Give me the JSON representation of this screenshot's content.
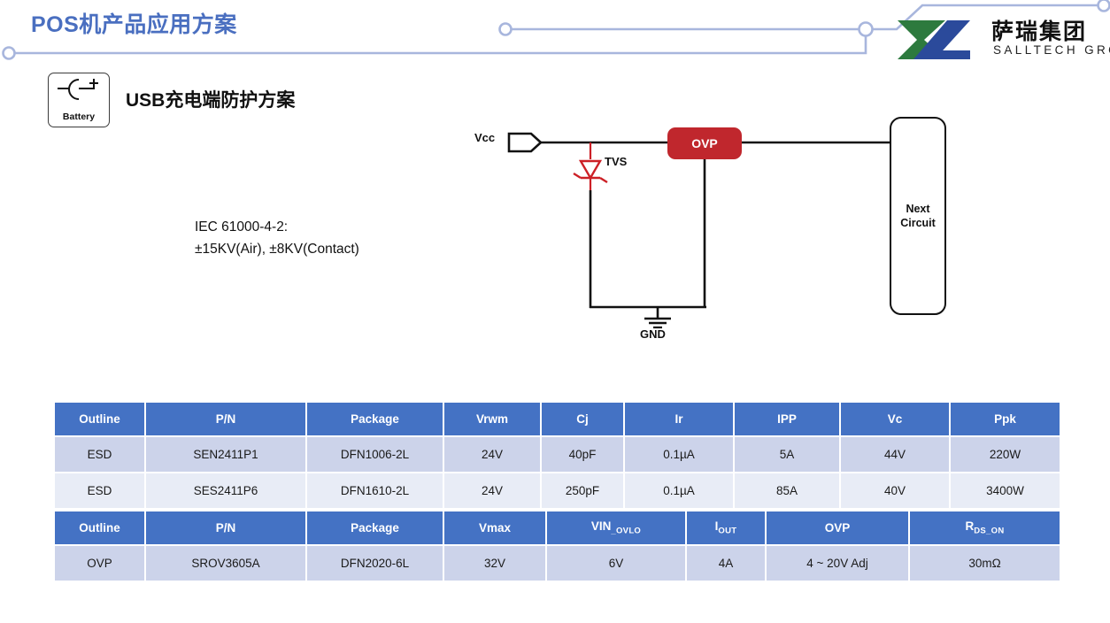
{
  "header": {
    "title": "POS机产品应用方案",
    "decoration": "circuit-trace-line",
    "line_color": "#a8b6dd",
    "title_color": "#4a6fc0"
  },
  "logo": {
    "cn_name": "萨瑞集团",
    "en_name": "SALLTECH GROUP",
    "mark_green": "#2d7a3e",
    "mark_blue": "#2b4a9b"
  },
  "section": {
    "icon_label": "Battery",
    "icon_name": "battery-symbol-icon",
    "subtitle_latin": "USB",
    "subtitle_cn": "充电端防护方案"
  },
  "notes": {
    "iec_line1": "IEC 61000-4-2:",
    "iec_line2": "±15KV(Air), ±8KV(Contact)"
  },
  "circuit": {
    "vcc_label": "Vcc",
    "tvs_label": "TVS",
    "gnd_label": "GND",
    "ovp_label": "OVP",
    "next_circuit_label": "Next\nCircuit",
    "next_circuit_line1": "Next",
    "next_circuit_line2": "Circuit",
    "tvs_color": "#cc2026",
    "ovp_color": "#c0272d",
    "wire_color": "#111111"
  },
  "table_esd": {
    "headers": [
      "Outline",
      "P/N",
      "Package",
      "Vrwm",
      "Cj",
      "Ir",
      "IPP",
      "Vc",
      "Ppk"
    ],
    "rows": [
      [
        "ESD",
        "SEN2411P1",
        "DFN1006-2L",
        "24V",
        "40pF",
        "0.1µA",
        "5A",
        "44V",
        "220W"
      ],
      [
        "ESD",
        "SES2411P6",
        "DFN1610-2L",
        "24V",
        "250pF",
        "0.1µA",
        "85A",
        "40V",
        "3400W"
      ]
    ]
  },
  "table_ovp": {
    "headers": [
      {
        "main": "Outline",
        "sub": ""
      },
      {
        "main": "P/N",
        "sub": ""
      },
      {
        "main": "Package",
        "sub": ""
      },
      {
        "main": "Vmax",
        "sub": ""
      },
      {
        "main": "VIN",
        "sub": "_OVLO"
      },
      {
        "main": "I",
        "sub": "OUT"
      },
      {
        "main": "OVP",
        "sub": ""
      },
      {
        "main": "R",
        "sub": "DS_ON"
      }
    ],
    "rows": [
      [
        "OVP",
        "SROV3605A",
        "DFN2020-6L",
        "32V",
        "6V",
        "4A",
        "4 ~ 20V Adj",
        "30mΩ"
      ]
    ]
  },
  "colors": {
    "table_header_bg": "#4472c4",
    "table_row_a": "#ccd3ea",
    "table_row_b": "#e8ecf6"
  }
}
